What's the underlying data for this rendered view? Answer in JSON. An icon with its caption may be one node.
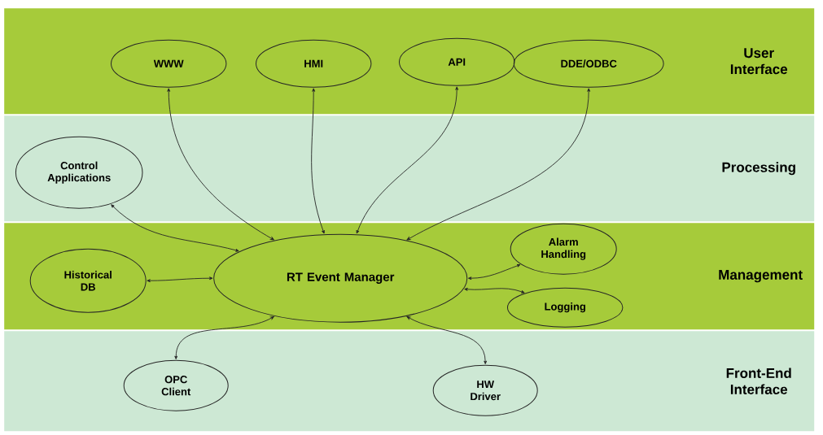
{
  "diagram": {
    "nodes": [
      {
        "text": [
          "User Interface"
        ]
      },
      {
        "text": [
          "WWW"
        ],
        "in": 0
      },
      {
        "text": [
          "HMI"
        ],
        "in": 0
      },
      {
        "text": [
          "API"
        ],
        "in": 0
      },
      {
        "text": [
          "DDE/ODBC"
        ],
        "in": 0
      },
      {
        "text": [
          "Processing"
        ]
      },
      {
        "text": [
          "Control Applications"
        ],
        "in": 5
      },
      {
        "text": [
          "Management"
        ]
      },
      {
        "text": [
          "Historical DB"
        ],
        "in": 7
      },
      {
        "text": [
          "RT Event Manager"
        ],
        "in": 7
      },
      {
        "text": [
          "Alarm Handling"
        ],
        "in": 7
      },
      {
        "text": [
          "Logging"
        ],
        "in": 7
      },
      {
        "text": [
          "Front-End Interface"
        ]
      },
      {
        "text": [
          "OPC Client"
        ],
        "in": 12
      },
      {
        "text": [
          "HW Driver"
        ],
        "in": 12
      }
    ],
    "edges": [
      {
        "from": 9,
        "to": 1,
        "arrow": "both"
      },
      {
        "from": 9,
        "to": 2,
        "arrow": "both"
      },
      {
        "from": 9,
        "to": 3,
        "arrow": "both"
      },
      {
        "from": 9,
        "to": 4,
        "arrow": "both"
      },
      {
        "from": 9,
        "to": 6,
        "arrow": "both"
      },
      {
        "from": 9,
        "to": 8,
        "arrow": "both"
      },
      {
        "from": 9,
        "to": 10,
        "arrow": "both"
      },
      {
        "from": 9,
        "to": 11,
        "arrow": "both"
      },
      {
        "from": 9,
        "to": 13,
        "arrow": "both"
      },
      {
        "from": 9,
        "to": 14,
        "arrow": "both"
      }
    ]
  }
}
